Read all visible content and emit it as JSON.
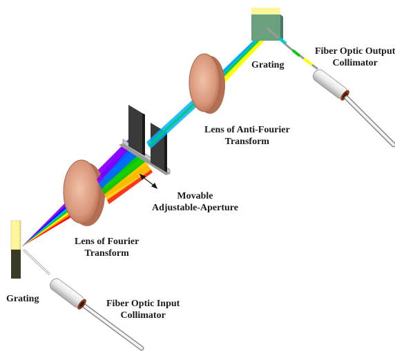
{
  "labels": {
    "grating_top": "Grating",
    "output_collimator": [
      "Fiber Optic Output",
      "Collimator"
    ],
    "anti_fourier_lens": [
      "Lens of Anti-Fourier",
      "Transform"
    ],
    "aperture": [
      "Movable",
      "Adjustable-Aperture"
    ],
    "fourier_lens": [
      "Lens of Fourier",
      "Transform"
    ],
    "grating_bottom": "Grating",
    "input_collimator": [
      "Fiber Optic Input",
      "Collimator"
    ]
  },
  "colors": {
    "lens": "#d9967a",
    "grating_mount": "#6aa07e",
    "grating_strip": "#fff59a",
    "aperture_plate": "#3a3a3a",
    "collimator_body": "#f2f2f2",
    "collimator_ring": "#8b3a1a",
    "spectrum": [
      "#ff0000",
      "#ff8800",
      "#ffff00",
      "#00cc00",
      "#00cccc",
      "#0000ff",
      "#8800ff"
    ]
  }
}
